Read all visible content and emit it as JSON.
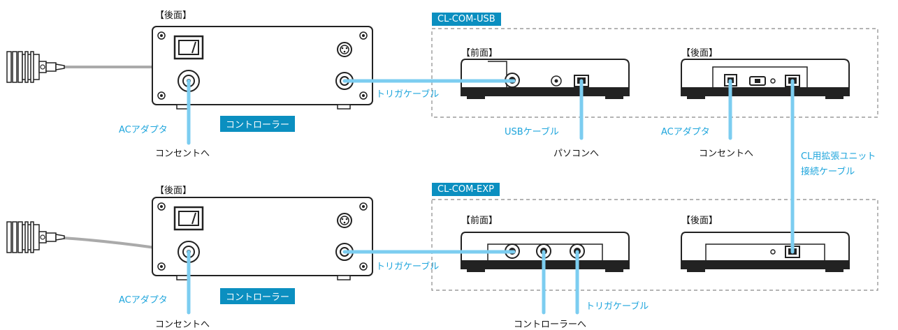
{
  "labels": {
    "rear_panel": "【後面】",
    "front_panel": "【前面】",
    "ac_adapter": "ACアダプタ",
    "to_outlet": "コンセントへ",
    "controller": "コントローラー",
    "trigger_cable": "トリガケーブル",
    "usb_cable": "USBケーブル",
    "to_pc": "パソコンへ",
    "to_controller": "コントローラーへ",
    "expansion_cable_line1": "CL用拡張ユニット",
    "expansion_cable_line2": "接続ケーブル"
  },
  "units": {
    "usb": "CL-COM-USB",
    "exp": "CL-COM-EXP"
  },
  "colors": {
    "cable": "#7ccdf0",
    "accent_text": "#1ea5dc",
    "tag_bg": "#0b8fc0",
    "outline": "#222222",
    "dashed_box": "#888888"
  }
}
